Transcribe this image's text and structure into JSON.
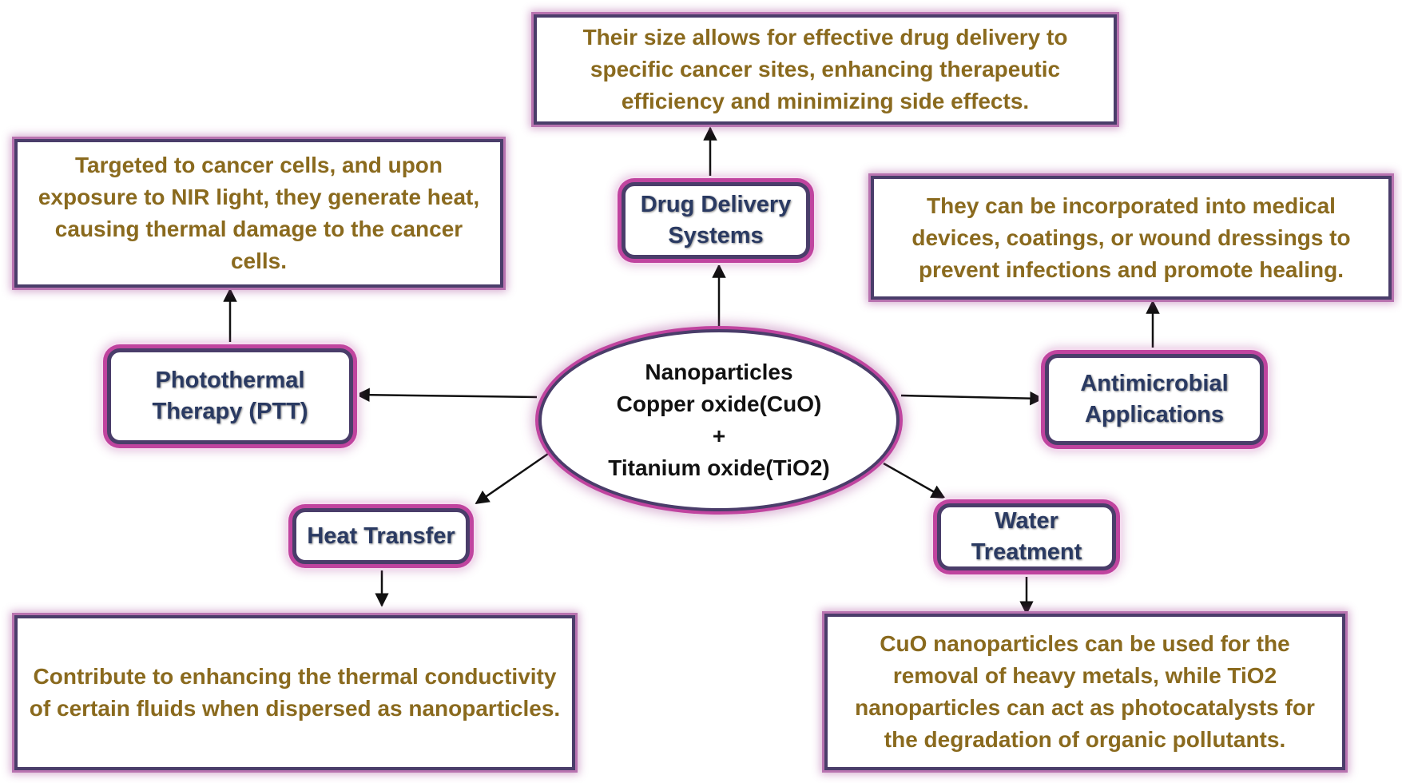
{
  "center": {
    "line1": "Nanoparticles",
    "line2": "Copper oxide(CuO)",
    "line3": "+",
    "line4": "Titanium oxide(TiO2)"
  },
  "applications": {
    "drug_delivery": "Drug Delivery Systems",
    "photothermal": "Photothermal Therapy (PTT)",
    "antimicrobial": "Antimicrobial Applications",
    "heat_transfer": "Heat Transfer",
    "water_treatment": "Water Treatment"
  },
  "descriptions": {
    "drug_delivery": "Their size allows for effective drug delivery to specific cancer sites, enhancing therapeutic efficiency and minimizing side effects.",
    "photothermal": "Targeted to cancer cells, and upon exposure to NIR light, they generate heat, causing thermal damage to the cancer cells.",
    "antimicrobial": "They can be incorporated into medical devices, coatings, or wound dressings to prevent infections and promote healing.",
    "heat_transfer": "Contribute to enhancing the thermal conductivity of certain fluids when dispersed as nanoparticles.",
    "water_treatment": "CuO nanoparticles can be used for the removal of heavy metals, while TiO2 nanoparticles can act as photocatalysts for the degradation of organic pollutants."
  },
  "colors": {
    "description_text": "#8a6a1e",
    "application_text": "#2a3a62",
    "border_dark": "#4a3d6a",
    "glow": "#c0449f",
    "arrow": "#111111"
  }
}
